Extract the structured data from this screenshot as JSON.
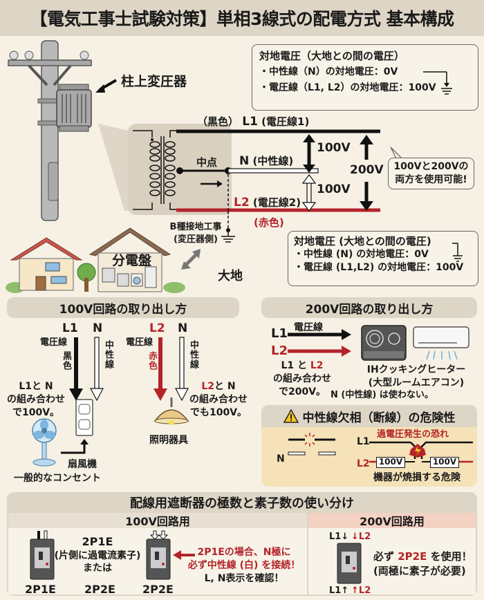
{
  "title": "【電気工事士試験対策】単相3線式の配電方式 基本構成",
  "top": {
    "pole_transformer_label": "柱上変圧器",
    "ground_voltage_box_1": {
      "heading": "対地電圧（大地との間の電圧）",
      "line1": "・中性線（N）の対地電圧：0V",
      "line2": "・電圧線（L1, L2）の対地電圧：100V"
    },
    "wires": {
      "l1_color": "（黒色）",
      "l1_name": "L1",
      "l1_desc": "(電圧線1)",
      "neutral_name": "N",
      "neutral_desc": "(中性線)",
      "midpoint": "中点",
      "l2_name": "L2",
      "l2_desc": "(電圧線2)",
      "l2_color": "(赤色)"
    },
    "voltages": {
      "l1_n": "100V",
      "n_l2": "100V",
      "l1_l2": "200V"
    },
    "callout": {
      "line1": "100Vと200Vの",
      "line2": "両方を使用可能!"
    },
    "grounding": {
      "line1": "B種接地工事",
      "line2": "(変圧器側)",
      "earth": "大地"
    },
    "panel_label": "分電盤",
    "ground_voltage_box_2": {
      "heading": "対地電圧 (大地との間の電圧)",
      "line1": "・中性線 (N) の対地電圧：0V",
      "line2": "・電圧線 (L1,L2) の対地電圧：100V"
    }
  },
  "circuit100": {
    "title": "100V回路の取り出し方",
    "left": {
      "l_name": "L1",
      "n_name": "N",
      "l_label": "電圧線",
      "l_color": "黒色",
      "n_label": "中性線",
      "combo_line1_a": "L1",
      "combo_line1_b": "と N",
      "combo_line2": "の組み合わせ",
      "combo_line3": "で100V。",
      "fan_label": "扇風機",
      "outlet_label": "一般的なコンセント"
    },
    "right": {
      "l_name": "L2",
      "n_name": "N",
      "l_label": "電圧線",
      "l_color": "赤色",
      "n_label": "中性線",
      "combo_line1_a": "L2",
      "combo_line1_b": "と N",
      "combo_line2": "の組み合わせ",
      "combo_line3": "でも100V。",
      "lamp_label": "照明器具"
    }
  },
  "circuit200": {
    "title": "200V回路の取り出し方",
    "l1": "L1",
    "l2": "L2",
    "wire_label": "電圧線",
    "combo_a": "L1",
    "combo_b": "と",
    "combo_c": "L2",
    "combo_line2": "の組み合わせ",
    "combo_line3": "で200V。",
    "appliance_line1": "IHクッキングヒーター",
    "appliance_line2": "(大型ルームエアコン)",
    "neutral_note": "N (中性線) は使わない。"
  },
  "danger": {
    "title": "中性線欠相（断線）の危険性",
    "n_label": "N",
    "overvoltage": "過電圧発生の恐れ",
    "l1": "L1",
    "l2": "L2",
    "load_left": "100V",
    "load_right": "100V",
    "damage": "機器が焼損する危険"
  },
  "breaker": {
    "title": "配線用遮断器の極数と素子数の使い分け",
    "col100": {
      "header": "100V回路用",
      "left_label": "2P1E",
      "mid_line1": "2P1E",
      "mid_line2": "(片側に過電流素子)",
      "mid_line3": "または",
      "mid_line4": "2P2E",
      "right_label": "2P2E",
      "warn_line1": "2P1Eの場合、N極に",
      "warn_line2": "必ず中性線 (白) を接続！",
      "warn_line3": "L, N表示を確認！"
    },
    "col200": {
      "header": "200V回路用",
      "top_l1": "L1",
      "top_l2": "L2",
      "bot_l1": "L1",
      "bot_l2": "L2",
      "note_a": "必ず",
      "note_b": "2P2E",
      "note_c": "を使用！",
      "note_line2": "(両極に素子が必要)"
    }
  },
  "colors": {
    "background": "#f6f1e4",
    "header": "#ddd5c5",
    "red_accent": "#b3232a",
    "danger_bg": "#f5e2b8",
    "col200_header": "#f3d2c4"
  }
}
